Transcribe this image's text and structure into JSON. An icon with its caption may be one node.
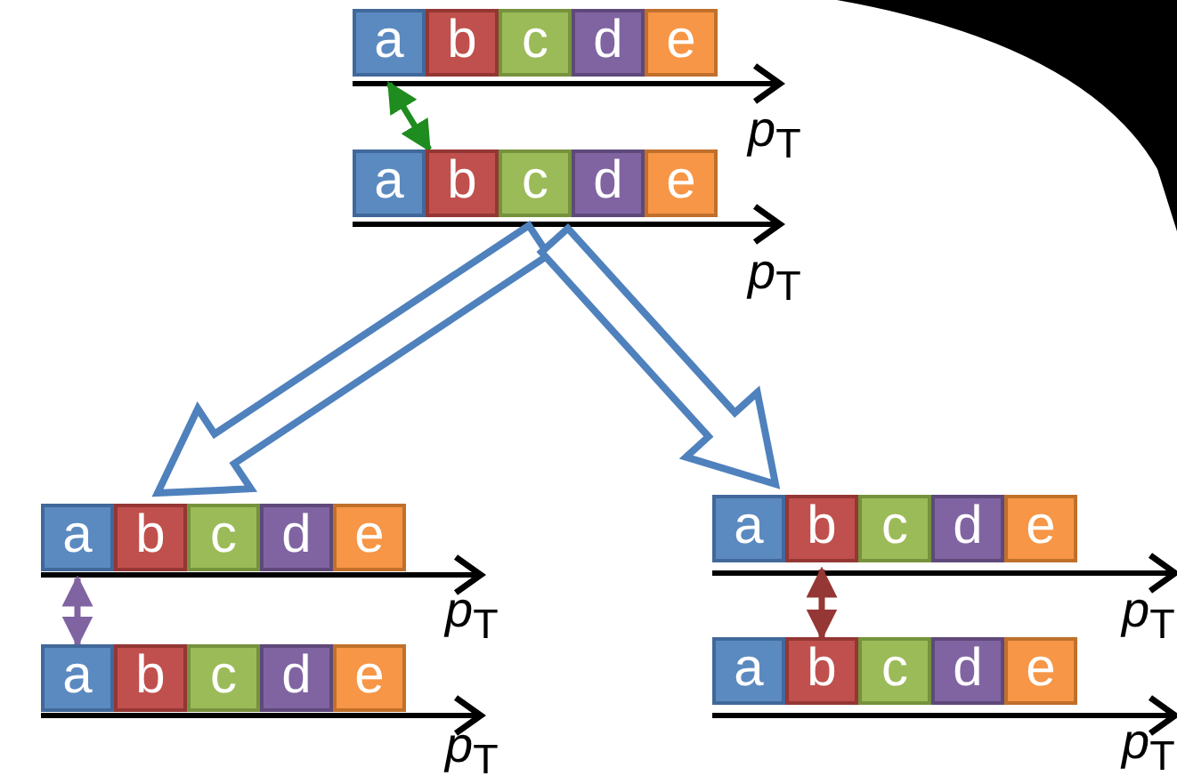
{
  "diagram": {
    "nodes": [
      {
        "text": [
          "a"
        ]
      },
      {
        "text": [
          "b"
        ]
      },
      {
        "text": [
          "c"
        ]
      },
      {
        "text": [
          "d"
        ]
      },
      {
        "text": [
          "e"
        ]
      },
      {
        "text": [
          "a"
        ]
      },
      {
        "text": [
          "b"
        ]
      },
      {
        "text": [
          "c"
        ]
      },
      {
        "text": [
          "d"
        ]
      },
      {
        "text": [
          "e"
        ]
      },
      {
        "text": [
          "a"
        ]
      },
      {
        "text": [
          "b"
        ]
      },
      {
        "text": [
          "c"
        ]
      },
      {
        "text": [
          "d"
        ]
      },
      {
        "text": [
          "e"
        ]
      },
      {
        "text": [
          "a"
        ]
      },
      {
        "text": [
          "b"
        ]
      },
      {
        "text": [
          "c"
        ]
      },
      {
        "text": [
          "d"
        ]
      },
      {
        "text": [
          "e"
        ]
      },
      {
        "text": [
          "a"
        ]
      },
      {
        "text": [
          "b"
        ]
      },
      {
        "text": [
          "c"
        ]
      },
      {
        "text": [
          "d"
        ]
      },
      {
        "text": [
          "e"
        ]
      },
      {
        "text": [
          "a"
        ]
      },
      {
        "text": [
          "b"
        ]
      },
      {
        "text": [
          "c"
        ]
      },
      {
        "text": [
          "d"
        ]
      },
      {
        "text": [
          "e"
        ]
      }
    ],
    "edges": [
      {
        "from": 0,
        "to": 6,
        "arrow": "both",
        "color": "#1e8c1e"
      },
      {
        "from": 7,
        "to": 10,
        "arrow": "to",
        "style": "thick",
        "color": "#4f81bd"
      },
      {
        "from": 7,
        "to": 20,
        "arrow": "to",
        "style": "thick",
        "color": "#4f81bd"
      },
      {
        "from": 10,
        "to": 15,
        "arrow": "both",
        "color": "#8064a2"
      },
      {
        "from": 21,
        "to": 26,
        "arrow": "both",
        "color": "#953735"
      }
    ],
    "labels": [
      "*p*$_{T}$",
      "*p*$_{T}$",
      "*p*$_{T}$",
      "*p*$_{T}$",
      "*p*$_{T}$",
      "*p*$_{T}$"
    ]
  }
}
